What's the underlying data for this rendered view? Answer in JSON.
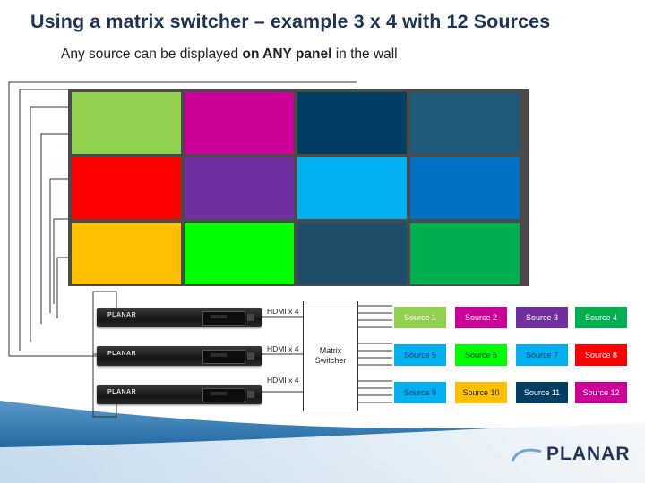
{
  "title": "Using a matrix switcher – example 3 x 4 with 12 Sources",
  "subtitle": {
    "before": "Any source can be displayed ",
    "emphasis": "on ANY panel",
    "after": " in the wall"
  },
  "wall_panels": [
    {
      "color": "#92d050"
    },
    {
      "color": "#cc0099"
    },
    {
      "color": "#003e63"
    },
    {
      "color": "#215a78"
    },
    {
      "color": "#ff0000"
    },
    {
      "color": "#7030a0"
    },
    {
      "color": "#00b0f0"
    },
    {
      "color": "#0070c0"
    },
    {
      "color": "#ffc000"
    },
    {
      "color": "#00ff00"
    },
    {
      "color": "#1f4e6b"
    },
    {
      "color": "#00b050"
    }
  ],
  "hdmi_labels": [
    "HDMI x 4",
    "HDMI x 4",
    "HDMI x 4"
  ],
  "switcher_label": {
    "line1": "Matrix",
    "line2": "Switcher"
  },
  "device_brand": "PLANAR",
  "sources": [
    {
      "label": "Source 1",
      "color": "#92d050",
      "text": "#ffffff"
    },
    {
      "label": "Source 2",
      "color": "#cc0099",
      "text": "#ffffff"
    },
    {
      "label": "Source 3",
      "color": "#7030a0",
      "text": "#ffffff"
    },
    {
      "label": "Source 4",
      "color": "#00b050",
      "text": "#ffffff"
    },
    {
      "label": "Source 5",
      "color": "#00b0f0",
      "text": "#1f3358"
    },
    {
      "label": "Source 6",
      "color": "#00ff00",
      "text": "#1f3358"
    },
    {
      "label": "Source 7",
      "color": "#00b0f0",
      "text": "#1f3358"
    },
    {
      "label": "Source 8",
      "color": "#ff0000",
      "text": "#ffffff"
    },
    {
      "label": "Source 9",
      "color": "#00b0f0",
      "text": "#1f3358"
    },
    {
      "label": "Source 10",
      "color": "#ffc000",
      "text": "#222222"
    },
    {
      "label": "Source 11",
      "color": "#003e63",
      "text": "#ffffff"
    },
    {
      "label": "Source 12",
      "color": "#cc0099",
      "text": "#ffffff"
    }
  ],
  "logo": "PLANAR"
}
